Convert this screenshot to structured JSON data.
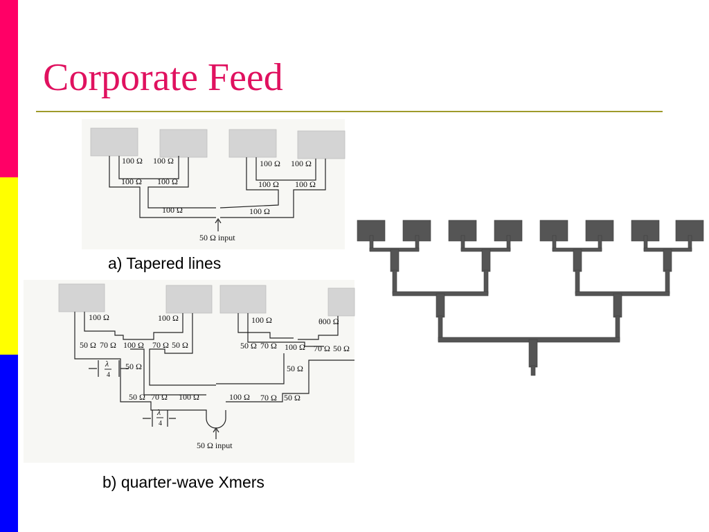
{
  "title": "Corporate Feed",
  "colors": {
    "title": "#e0115f",
    "rule": "#9e9a2a",
    "bar_red": "#ff0066",
    "bar_yellow": "#ffff00",
    "bar_blue": "#0000ff",
    "layout_metal": "#555555"
  },
  "diagram_a": {
    "caption": "a) Tapered lines",
    "labels": [
      "100 Ω",
      "100 Ω",
      "100 Ω",
      "100 Ω",
      "100 Ω",
      "100 Ω",
      "100 Ω",
      "100 Ω",
      "100 Ω",
      "100 Ω"
    ],
    "input": "50 Ω input"
  },
  "diagram_b": {
    "caption": "b) quarter-wave Xmers",
    "top_labels": [
      "100 Ω",
      "100 Ω",
      "100 Ω",
      "θ00 Ω"
    ],
    "left_mid": [
      "50 Ω",
      "70 Ω",
      "100 Ω",
      "70 Ω",
      "50 Ω"
    ],
    "right_mid": [
      "50 Ω",
      "70 Ω",
      "100 Ω",
      "70 Ω",
      "50 Ω"
    ],
    "side_labels": [
      "50 Ω",
      "50 Ω"
    ],
    "bottom_labels": [
      "50 Ω",
      "70 Ω",
      "100 Ω",
      "100 Ω",
      "70 Ω",
      "50 Ω"
    ],
    "lambda": "λ",
    "four": "4",
    "input": "50 Ω input"
  }
}
